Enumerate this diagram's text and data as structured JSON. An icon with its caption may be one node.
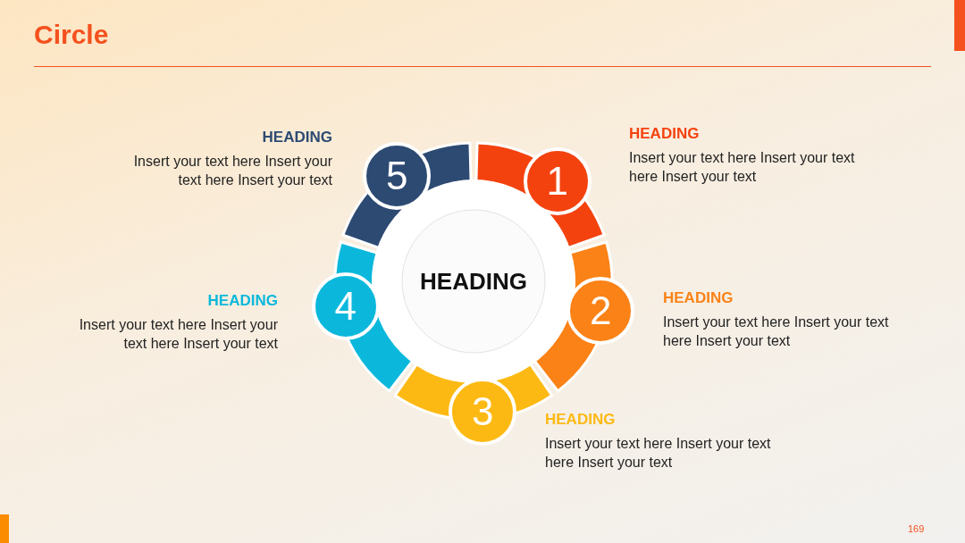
{
  "diagram": {
    "title": "Circle",
    "nodes": [
      {
        "text": [
          "HEADING"
        ]
      },
      {
        "text": [
          "1"
        ],
        "beside": [
          "HEADING",
          "Insert your text here Insert your text here Insert your text"
        ]
      },
      {
        "text": [
          "2"
        ],
        "beside": [
          "HEADING",
          "Insert your text here Insert your text here Insert your text"
        ]
      },
      {
        "text": [
          "3"
        ],
        "beside": [
          "HEADING",
          "Insert your text here Insert your text here Insert your text"
        ]
      },
      {
        "text": [
          "4"
        ],
        "beside": [
          "HEADING",
          "Insert your text here Insert your text here Insert your text"
        ]
      },
      {
        "text": [
          "5"
        ],
        "beside": [
          "HEADING",
          "Insert your text here Insert your text here Insert your text"
        ]
      }
    ],
    "labels": [
      "169"
    ]
  }
}
